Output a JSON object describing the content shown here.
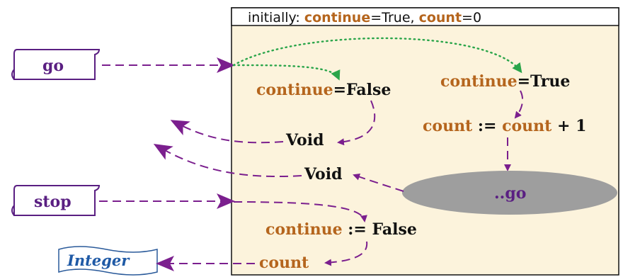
{
  "header": {
    "prefix": "initially: ",
    "var1": "continue",
    "eq1": "=True, ",
    "var2": "count",
    "eq2": "=0"
  },
  "messages": {
    "go": "go",
    "stop": "stop",
    "integer": "Integer"
  },
  "go_branch_left": {
    "var": "continue",
    "rest": "=False",
    "result": "Void"
  },
  "go_branch_right": {
    "var": "continue",
    "rest": "=True",
    "assign_var": "count",
    "assign_op": " := ",
    "assign_var2": "count",
    "assign_tail": " + 1",
    "recursive_call": "..go",
    "result": "Void"
  },
  "stop_branch": {
    "var": "continue",
    "assign": " := False",
    "result_var": "count"
  },
  "colors": {
    "object_fill": "#fcf3dc",
    "keyword": "#b5651d",
    "message_text": "#5a1f82",
    "arrow": "#7b1f8e",
    "condition_arrow": "#2aa54a",
    "ellipse": "#9e9e9e"
  }
}
